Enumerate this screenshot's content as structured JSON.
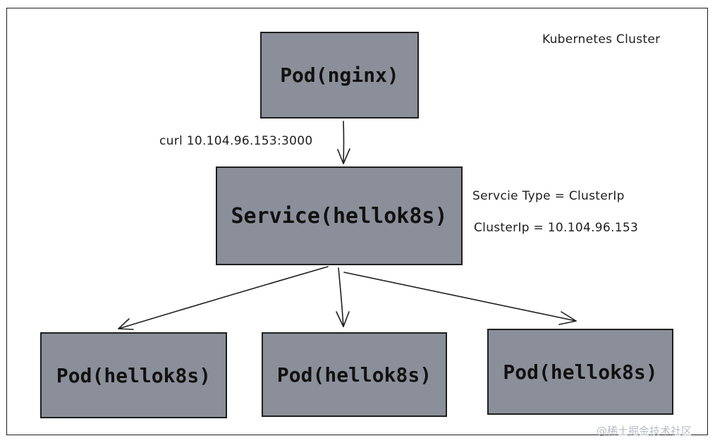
{
  "diagram": {
    "cluster_label": "Kubernetes Cluster",
    "nodes": {
      "pod_nginx": "Pod(nginx)",
      "service": "Service(hellok8s)",
      "pod_a": "Pod(hellok8s)",
      "pod_b": "Pod(hellok8s)",
      "pod_c": "Pod(hellok8s)"
    },
    "annotations": {
      "curl": "curl 10.104.96.153:3000",
      "service_type": "Servcie Type = ClusterIp",
      "cluster_ip": "ClusterIp = 10.104.96.153"
    },
    "watermark": "@稀土掘金技术社区",
    "colors": {
      "box_fill": "#8a8f99",
      "stroke": "#1e1e1e",
      "background": "#ffffff"
    }
  }
}
